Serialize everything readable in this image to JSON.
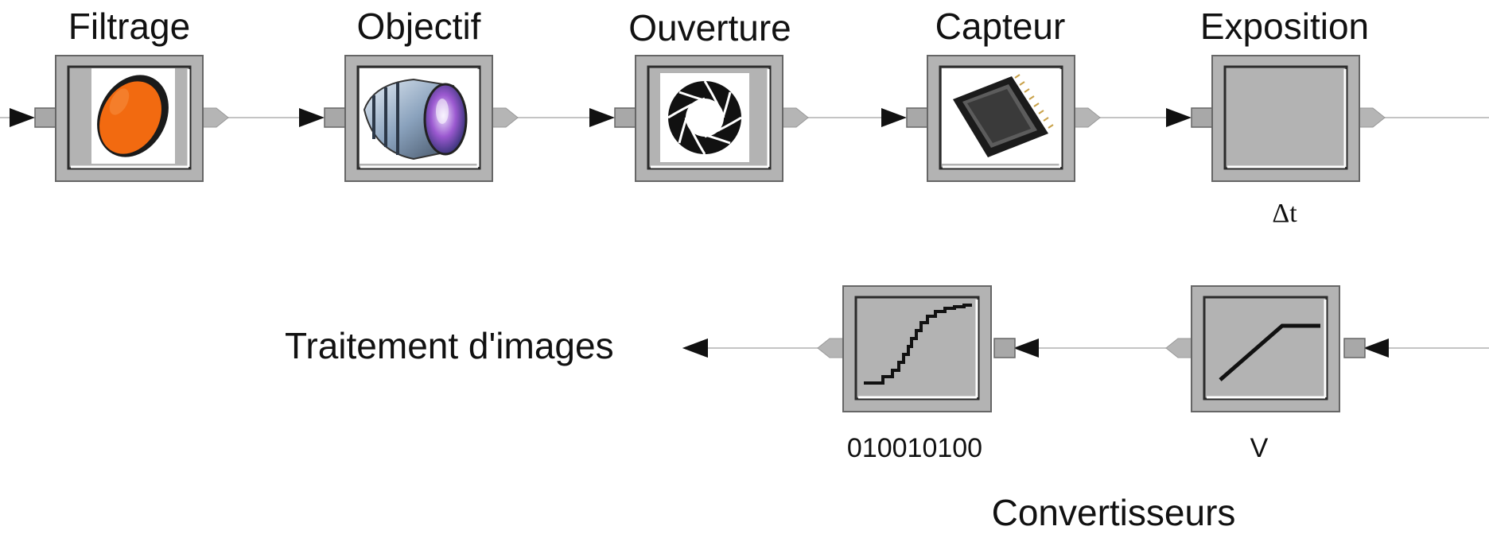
{
  "top_row": {
    "blocks": [
      {
        "title": "Filtrage",
        "icon": "orange-filter-icon"
      },
      {
        "title": "Objectif",
        "icon": "camera-lens-icon"
      },
      {
        "title": "Ouverture",
        "icon": "aperture-iris-icon"
      },
      {
        "title": "Capteur",
        "icon": "image-sensor-chip-icon"
      },
      {
        "title": "Exposition",
        "icon": "blank-panel",
        "caption": "Δt"
      }
    ]
  },
  "bottom_row": {
    "blocks": [
      {
        "caption": "V",
        "icon": "saturation-ramp-icon"
      },
      {
        "caption": "010010100",
        "icon": "staircase-quantizer-icon"
      }
    ],
    "group_label": "Convertisseurs",
    "output_label": "Traitement d'images"
  },
  "colors": {
    "block_gray": "#b3b3b3",
    "block_border": "#5a5a5a",
    "filter_orange": "#f26a10",
    "wire": "#bdbdbd",
    "arrow": "#111111"
  }
}
